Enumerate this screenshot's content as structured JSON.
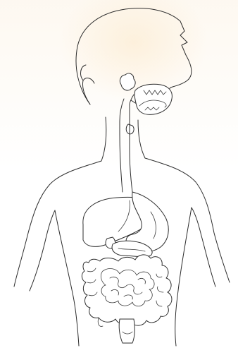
{
  "colors": {
    "background": "#ffffff",
    "glow": "#fae8c8",
    "outline": "#2d2d2d"
  },
  "figure": {
    "subject": "child-digestive-system-outline",
    "parts": [
      "head",
      "torso",
      "arms",
      "mouth",
      "salivary-gland",
      "esophagus",
      "liver",
      "stomach",
      "pancreas",
      "gallbladder",
      "large-intestine",
      "small-intestine",
      "rectum"
    ]
  }
}
